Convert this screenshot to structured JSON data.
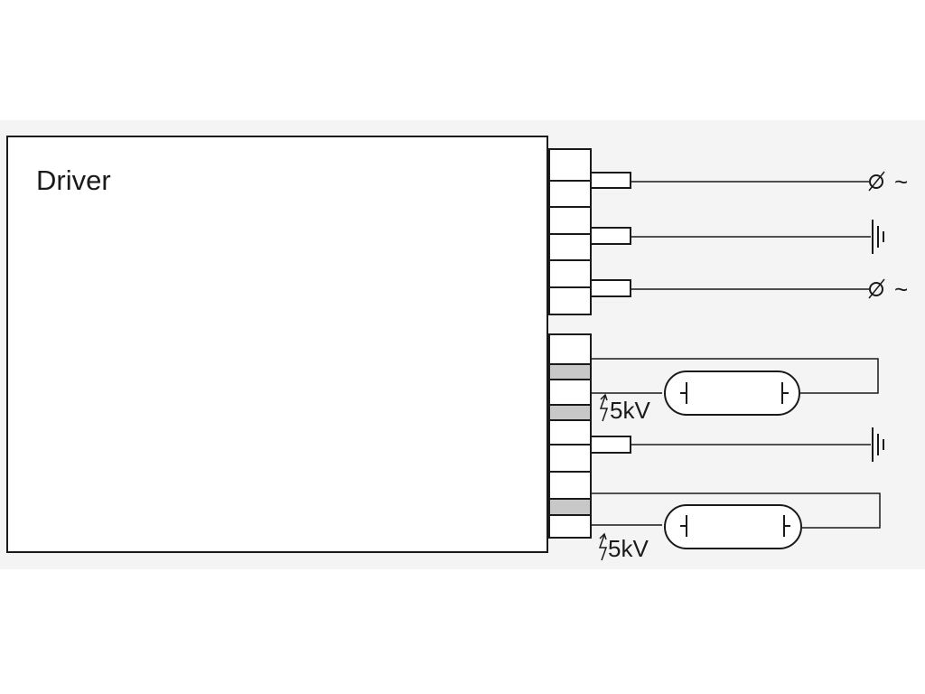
{
  "diagram": {
    "driver_label": "Driver",
    "mains_symbol": "∅~",
    "hv_label": "5kV",
    "line_color": "#1a1a1a",
    "shaded_terminal_color": "#c8c8c8",
    "background_color": "#f4f4f4",
    "terminals": [
      {
        "id": "mains-1",
        "symbol": "mains"
      },
      {
        "id": "earth-1",
        "symbol": "earth"
      },
      {
        "id": "mains-2",
        "symbol": "mains"
      },
      {
        "id": "lamp-1",
        "symbol": "lamp"
      },
      {
        "id": "earth-2",
        "symbol": "earth"
      },
      {
        "id": "lamp-2",
        "symbol": "lamp"
      }
    ]
  }
}
